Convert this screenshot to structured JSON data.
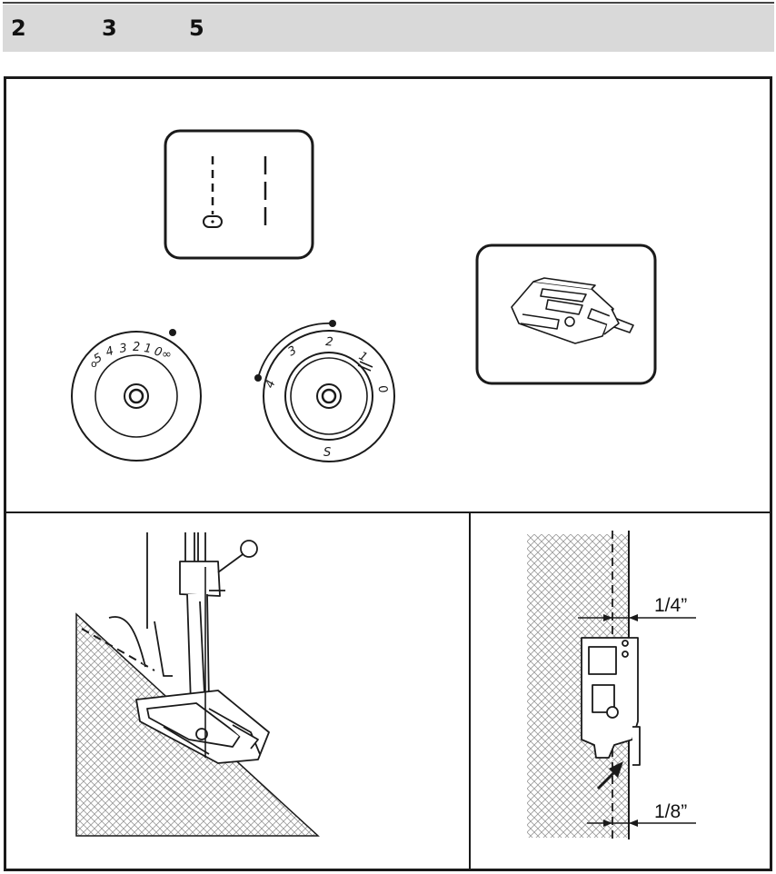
{
  "header": {
    "numbers": [
      "2",
      "3",
      "5"
    ]
  },
  "icons": {
    "stitch_display": "straight-stitch-icon",
    "presser_foot": "quarter-inch-foot-icon"
  },
  "stitch_length_dial": {
    "numbers": [
      "5",
      "4",
      "3",
      "2",
      "1",
      "0"
    ]
  },
  "stitch_width_dial": {
    "numbers": [
      "4",
      "3",
      "2",
      "1",
      "0"
    ],
    "bottom_label": "S"
  },
  "measurements": {
    "top": "1/4”",
    "bottom": "1/8”"
  }
}
